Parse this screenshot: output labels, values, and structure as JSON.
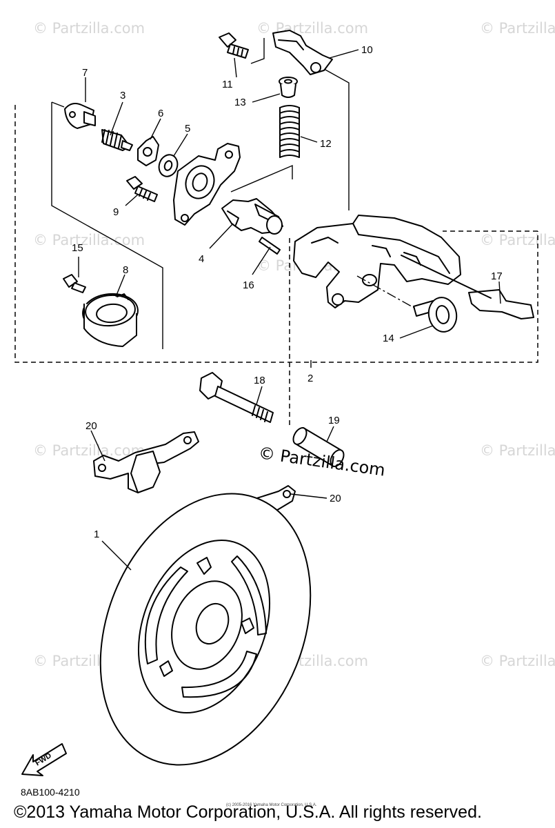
{
  "diagram": {
    "callouts": [
      "1",
      "2",
      "3",
      "4",
      "5",
      "6",
      "7",
      "8",
      "9",
      "10",
      "11",
      "12",
      "13",
      "14",
      "15",
      "16",
      "17",
      "18",
      "19",
      "20",
      "20"
    ],
    "direction_label": "FWD",
    "diagram_code": "8AB100-4210",
    "copyright": "©2013 Yamaha Motor Corporation, U.S.A. All rights reserved.",
    "tiny_credit": "(c) 2005-2016 Yamaha Motor Corporation, U.S.A.",
    "watermark": "© Partzilla.com",
    "watermark_short": "© Partzilla.com",
    "colors": {
      "line": "#000000",
      "watermark": "#d6d6d6",
      "background": "#ffffff"
    }
  }
}
